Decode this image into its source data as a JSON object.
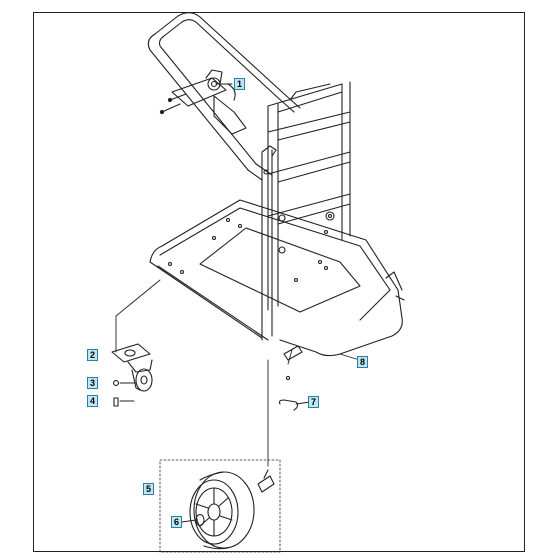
{
  "callouts": {
    "c1": "1",
    "c2": "2",
    "c3": "3",
    "c4": "4",
    "c5": "5",
    "c6": "6",
    "c7": "7",
    "c8": "8"
  },
  "colors": {
    "callout_fill": "#bfe6f3",
    "callout_border": "#2a7fa3",
    "line": "#222222"
  }
}
